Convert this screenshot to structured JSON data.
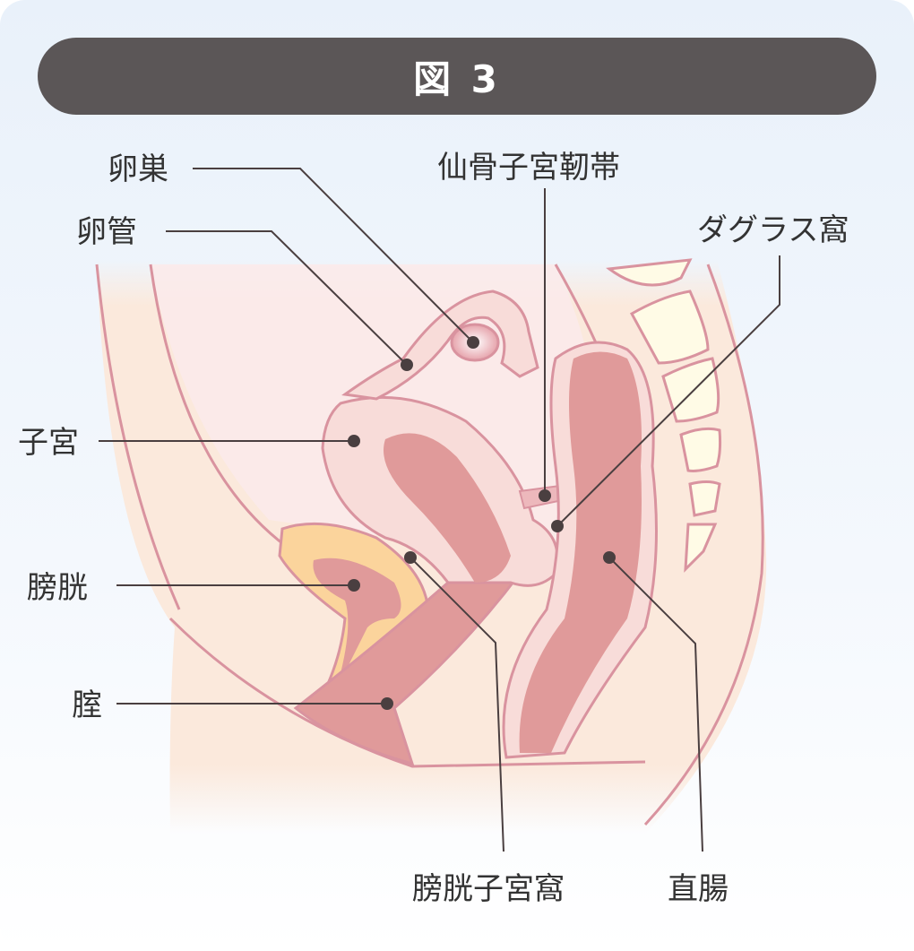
{
  "title": "図 3",
  "labels": {
    "ovary": "卵巣",
    "fallopian_tube": "卵管",
    "uterosacral_ligament": "仙骨子宮靭帯",
    "pouch_of_douglas": "ダグラス窩",
    "uterus": "子宮",
    "bladder": "膀胱",
    "vagina": "腟",
    "vesicouterine_pouch": "膀胱子宮窩",
    "rectum": "直腸"
  },
  "colors": {
    "header": "#5b5657",
    "outline": "#d9939f",
    "skin": "#fbe9dc",
    "cavity": "#fbeaea",
    "organ": "#f8dcd9",
    "organ_inner": "#e09a9a",
    "bladder": "#fbd49c",
    "bone": "#fffbe6",
    "leader": "#4a3f40"
  }
}
